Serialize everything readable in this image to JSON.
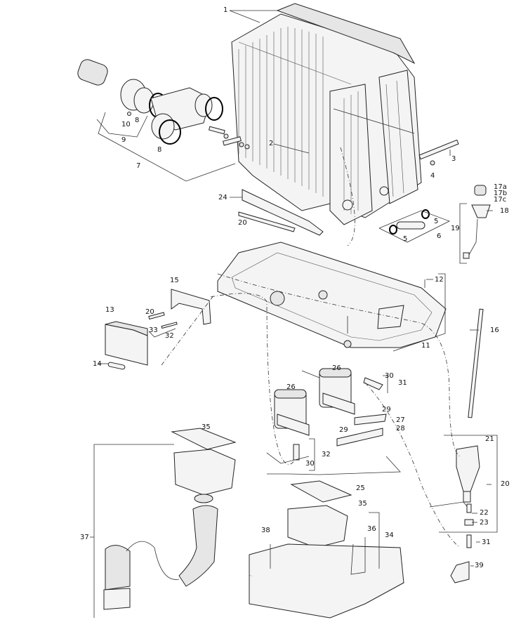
{
  "diagram": {
    "type": "exploded parts diagram",
    "subject": "gas heater assembly",
    "labels": [
      {
        "id": "1",
        "text": "1"
      },
      {
        "id": "2",
        "text": "2"
      },
      {
        "id": "3",
        "text": "3"
      },
      {
        "id": "4",
        "text": "4"
      },
      {
        "id": "5a",
        "text": "5"
      },
      {
        "id": "5b",
        "text": "5"
      },
      {
        "id": "6",
        "text": "6"
      },
      {
        "id": "7",
        "text": "7"
      },
      {
        "id": "8a",
        "text": "8"
      },
      {
        "id": "8b",
        "text": "8"
      },
      {
        "id": "9",
        "text": "9"
      },
      {
        "id": "10",
        "text": "10"
      },
      {
        "id": "11",
        "text": "11"
      },
      {
        "id": "12",
        "text": "12"
      },
      {
        "id": "13",
        "text": "13"
      },
      {
        "id": "14",
        "text": "14"
      },
      {
        "id": "15",
        "text": "15"
      },
      {
        "id": "16",
        "text": "16"
      },
      {
        "id": "17a",
        "text": "17a"
      },
      {
        "id": "17b",
        "text": "17b"
      },
      {
        "id": "17c",
        "text": "17c"
      },
      {
        "id": "18",
        "text": "18"
      },
      {
        "id": "19",
        "text": "19"
      },
      {
        "id": "20a",
        "text": "20"
      },
      {
        "id": "20b",
        "text": "20"
      },
      {
        "id": "20c",
        "text": "20"
      },
      {
        "id": "21",
        "text": "21"
      },
      {
        "id": "22",
        "text": "22"
      },
      {
        "id": "23",
        "text": "23"
      },
      {
        "id": "24",
        "text": "24"
      },
      {
        "id": "25",
        "text": "25"
      },
      {
        "id": "26a",
        "text": "26"
      },
      {
        "id": "26b",
        "text": "26"
      },
      {
        "id": "27",
        "text": "27"
      },
      {
        "id": "28",
        "text": "28"
      },
      {
        "id": "29a",
        "text": "29"
      },
      {
        "id": "29b",
        "text": "29"
      },
      {
        "id": "30a",
        "text": "30"
      },
      {
        "id": "30b",
        "text": "30"
      },
      {
        "id": "31a",
        "text": "31"
      },
      {
        "id": "31b",
        "text": "31"
      },
      {
        "id": "32a",
        "text": "32"
      },
      {
        "id": "32b",
        "text": "32"
      },
      {
        "id": "33",
        "text": "33"
      },
      {
        "id": "34",
        "text": "34"
      },
      {
        "id": "35a",
        "text": "35"
      },
      {
        "id": "35b",
        "text": "35"
      },
      {
        "id": "36",
        "text": "36"
      },
      {
        "id": "37",
        "text": "37"
      },
      {
        "id": "38",
        "text": "38"
      },
      {
        "id": "39",
        "text": "39"
      }
    ]
  }
}
